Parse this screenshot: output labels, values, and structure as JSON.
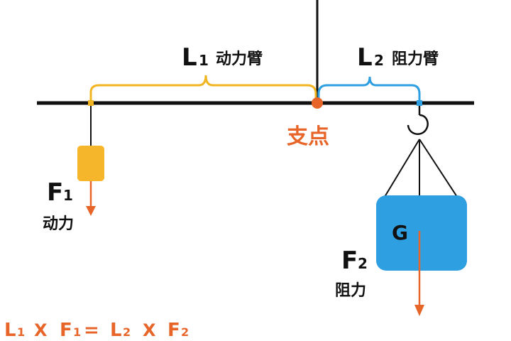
{
  "labels": {
    "l1_main": "L",
    "l1_sub": "1",
    "l1_name": "动力臂",
    "l2_main": "L",
    "l2_sub": "2",
    "l2_name": "阻力臂",
    "fulcrum": "支点",
    "f1_main": "F",
    "f1_sub": "1",
    "f1_name": "动力",
    "f2_main": "F",
    "f2_sub": "2",
    "f2_name": "阻力",
    "weight": "G"
  },
  "formula": {
    "l1": "L",
    "l1_sub": "1",
    "times1": "X",
    "f1": "F",
    "f1_sub": "1",
    "equals": "=",
    "l2": "L",
    "l2_sub": "2",
    "times2": "X",
    "f2": "F",
    "f2_sub": "2"
  },
  "colors": {
    "lever": "#111111",
    "effort_brace": "#f2b522",
    "load_brace": "#2e9fe0",
    "fulcrum": "#e8652a",
    "force_arrow": "#e8652a",
    "effort_block": "#f6b62b",
    "load_block": "#2e9fe0",
    "formula": "#e8652a"
  }
}
